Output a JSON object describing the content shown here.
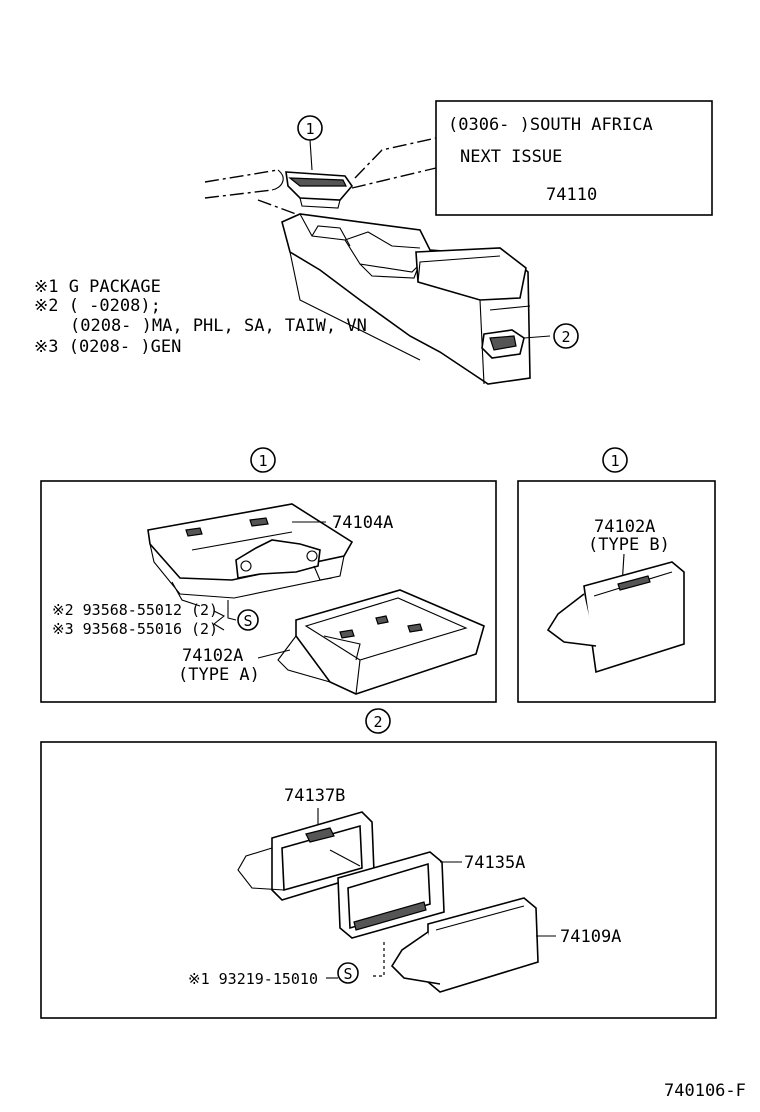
{
  "notice": {
    "line1": "(0306-    )SOUTH AFRICA",
    "line2": "NEXT ISSUE",
    "line3": "74110"
  },
  "notes": {
    "n1": "※1 G PACKAGE",
    "n2a": "※2 (     -0208);",
    "n2b": "(0208-     )MA, PHL, SA, TAIW, VN",
    "n3": "※3 (0208-     )GEN"
  },
  "callouts": {
    "c1": "1",
    "c2": "2"
  },
  "parts": {
    "p74104A": "74104A",
    "p74102A_left": "74102A",
    "typeA": "(TYPE  A)",
    "screw2": "※2 93568-55012 (2)",
    "screw3": "※3 93568-55016 (2)",
    "s_symbol": "S",
    "p74102A_right": "74102A",
    "typeB": "(TYPE B)",
    "p74137B": "74137B",
    "p74135A": "74135A",
    "p74109A": "74109A",
    "screw1": "※1 93219-15010"
  },
  "figure_id": "740106-F"
}
